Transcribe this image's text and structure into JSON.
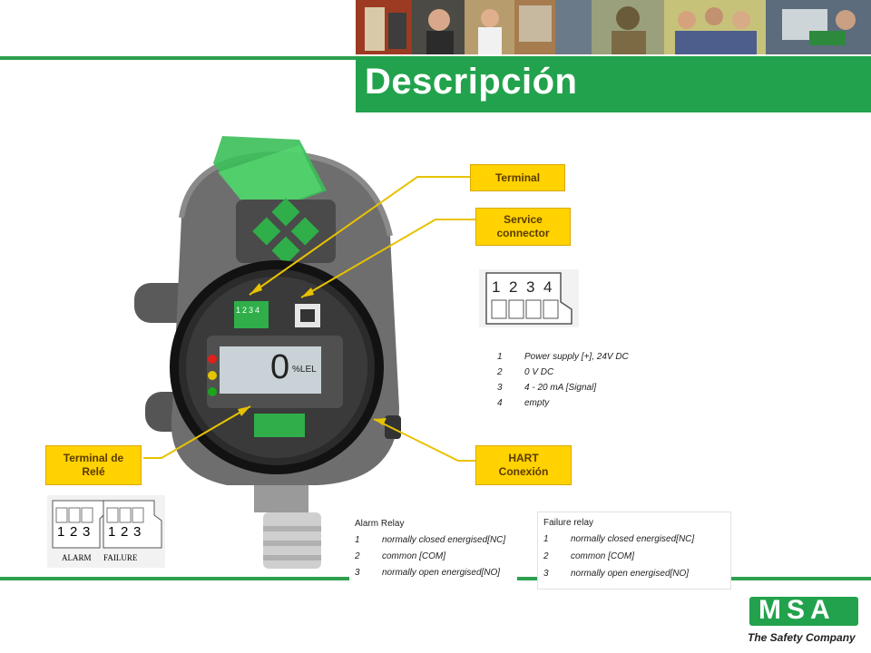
{
  "title": "Descripción",
  "callouts": {
    "terminal": "Terminal",
    "service_connector": "Service connector",
    "relay_terminal": "Terminal de Relé",
    "hart": "HART Conexión"
  },
  "device": {
    "display_value": "0",
    "display_unit": "%LEL",
    "terminal_pins": [
      "1",
      "2",
      "3",
      "4"
    ],
    "indicator_colors": [
      "#e0201a",
      "#e6c400",
      "#1aa51a"
    ]
  },
  "pinout_diagram": {
    "pins": [
      "1",
      "2",
      "3",
      "4"
    ]
  },
  "terminal_table": [
    {
      "n": "1",
      "text": "Power supply [+],  24V DC"
    },
    {
      "n": "2",
      "text": "0 V DC"
    },
    {
      "n": "3",
      "text": "4 - 20 mA [Signal]"
    },
    {
      "n": "4",
      "text": "empty"
    }
  ],
  "relay_diagram": {
    "alarm_pins": [
      "1",
      "2",
      "3"
    ],
    "failure_pins": [
      "1",
      "2",
      "3"
    ],
    "alarm_label": "ALARM",
    "failure_label": "FAILURE"
  },
  "alarm_relay": {
    "title": "Alarm Relay",
    "rows": [
      {
        "n": "1",
        "text": "normally closed energised[NC]"
      },
      {
        "n": "2",
        "text": "common [COM]"
      },
      {
        "n": "3",
        "text": "normally open energised[NO]"
      }
    ]
  },
  "failure_relay": {
    "title": "Failure relay",
    "rows": [
      {
        "n": "1",
        "text": "normally closed energised[NC]"
      },
      {
        "n": "2",
        "text": "common [COM]"
      },
      {
        "n": "3",
        "text": "normally open energised[NO]"
      }
    ]
  },
  "logo": {
    "brand": "MSA",
    "tagline": "The Safety Company"
  },
  "colors": {
    "brand_green": "#22a24c",
    "callout_yellow": "#ffd200"
  }
}
